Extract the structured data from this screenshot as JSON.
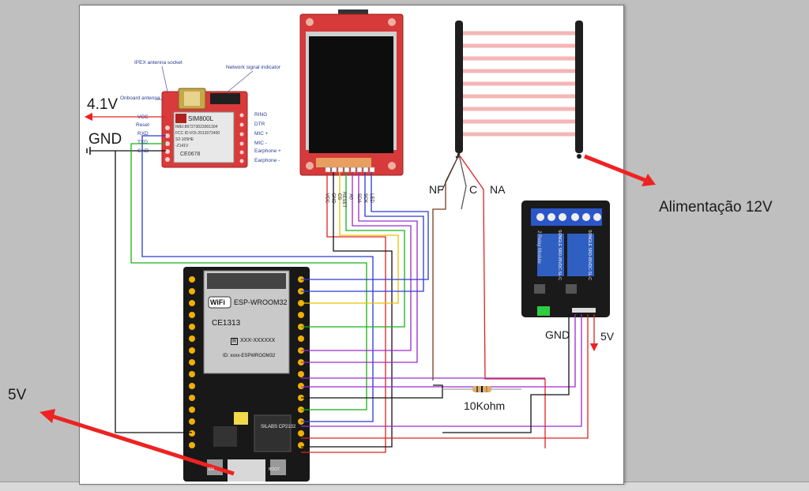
{
  "labels": {
    "v41": "4.1V",
    "gnd_left": "GND",
    "v5_left": "5V",
    "power_12v": "Alimentação 12V",
    "nf": "NF",
    "c": "C",
    "na": "NA",
    "gnd_relay": "GND",
    "v5_relay": "5V",
    "resistor": "10Kohm"
  },
  "sim800l": {
    "title": "SIM800L",
    "callouts": {
      "ipex": "IPEX antenna socket",
      "network": "Network signal indicator",
      "onboard": "Onboard antenna"
    },
    "left_pins": [
      "VCC",
      "Reset",
      "RXD",
      "TXD",
      "GND"
    ],
    "right_pins": [
      "RING",
      "DTR",
      "MIC +",
      "MIC -",
      "Earphone +",
      "Earphone -"
    ],
    "chip_lines": [
      "IMEI:867273023901304",
      "FCC ID:VOI-2013072400",
      "S2-105HE",
      "-Z141V",
      "CE0678"
    ]
  },
  "tft": {
    "pins": [
      "VCC",
      "GND",
      "CS",
      "RESET",
      "A0",
      "SDA",
      "SCK",
      "LED"
    ]
  },
  "esp32": {
    "module": "ESP-WROOM32",
    "wifi": "WiFi",
    "ce": "CE1313",
    "r_mark": "R",
    "r_code": "XXX-XXXXXX",
    "fc_id": "ID: xxxx-ESPWROOM32",
    "usb_chip": "SILABS CP2102",
    "boot": "BOOT",
    "en": "EN"
  },
  "relay": {
    "board_title": "2 Relay Module",
    "relay_text": "SONGLE SRD-05VDC-SL-C"
  },
  "colors": {
    "red_wire": "#e02020",
    "black_wire": "#111111",
    "blue_wire": "#2a3ad6",
    "green_wire": "#18b018",
    "yellow_wire": "#e6c400",
    "purple_wire": "#9a2ad0",
    "brown_wire": "#7a3a1a",
    "arrow": "#ee2222",
    "sim_board": "#d93a3a",
    "tft_board": "#d63a3a",
    "esp_board": "#181818",
    "relay_board": "#1a1a1a",
    "relay_blue": "#2f5fc0",
    "beam": "#f4b6b6"
  }
}
